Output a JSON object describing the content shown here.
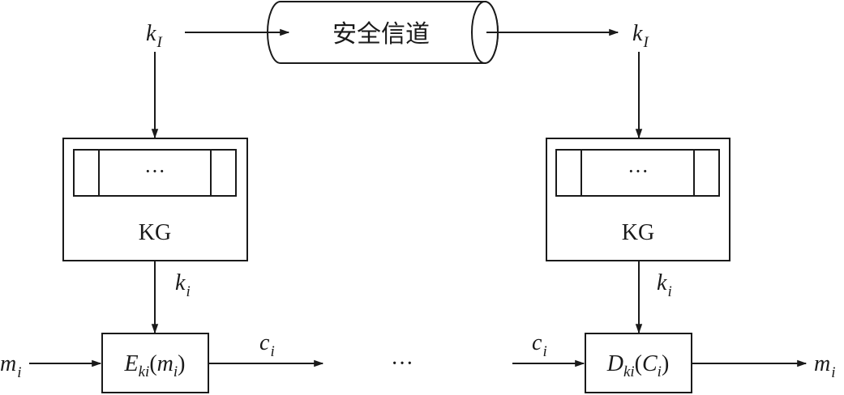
{
  "channel": {
    "label": "安全信道"
  },
  "left": {
    "key_in": {
      "base": "k",
      "sub": "I"
    },
    "kg_box": {
      "label": "KG",
      "register_dots": "···"
    },
    "key_out": {
      "base": "k",
      "sub": "i"
    },
    "input": {
      "base": "m",
      "sub": "i"
    },
    "encrypt_box": {
      "E": "E",
      "E_sub": "ki",
      "open": "(",
      "m": "m",
      "m_sub": "i",
      "close": ")"
    },
    "output": {
      "base": "c",
      "sub": "i"
    }
  },
  "middle": {
    "dots": "···"
  },
  "right": {
    "key_in": {
      "base": "k",
      "sub": "I"
    },
    "kg_box": {
      "label": "KG",
      "register_dots": "···"
    },
    "key_out": {
      "base": "k",
      "sub": "i"
    },
    "input": {
      "base": "c",
      "sub": "i"
    },
    "decrypt_box": {
      "D": "D",
      "D_sub": "ki",
      "open": "(",
      "C": "C",
      "C_sub": "i",
      "close": ")"
    },
    "output": {
      "base": "m",
      "sub": "i"
    }
  },
  "colors": {
    "stroke": "#1a1a1a",
    "background": "#ffffff"
  }
}
